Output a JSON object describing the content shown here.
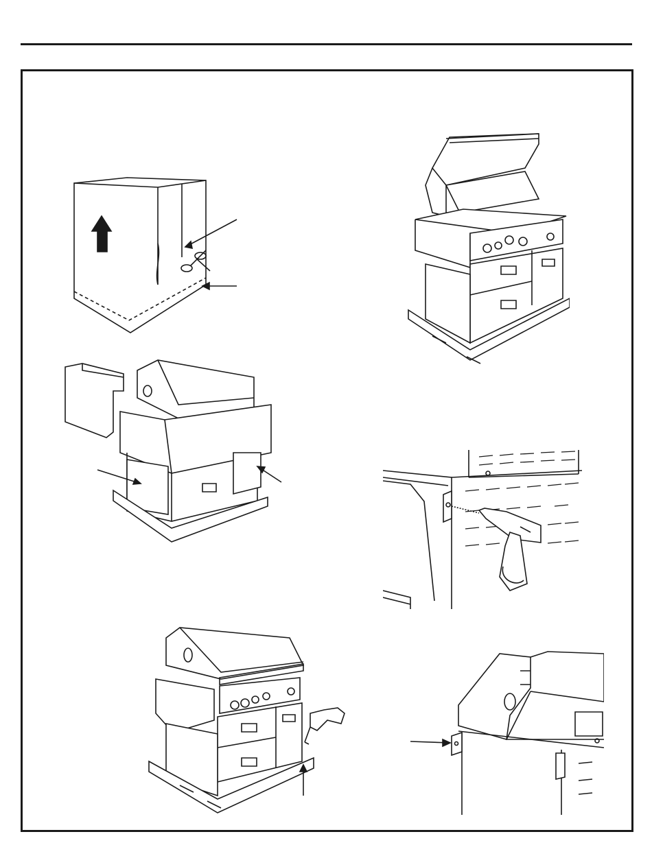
{
  "page": {
    "background": "#ffffff",
    "line_color": "#1a1a1a"
  },
  "illustrations": [
    {
      "id": "carton-removal",
      "icon": "shipping-carton-with-scissors-icon"
    },
    {
      "id": "grill-on-pallet-lid-open",
      "icon": "grill-lid-open-icon"
    },
    {
      "id": "packing-blocks-removal",
      "icon": "foam-packing-blocks-icon"
    },
    {
      "id": "drill-bracket-screw",
      "icon": "power-drill-icon"
    },
    {
      "id": "grill-unscrew-from-pallet",
      "icon": "grill-with-screwdriver-icon"
    },
    {
      "id": "side-bracket-detail",
      "icon": "bracket-detail-icon"
    }
  ]
}
